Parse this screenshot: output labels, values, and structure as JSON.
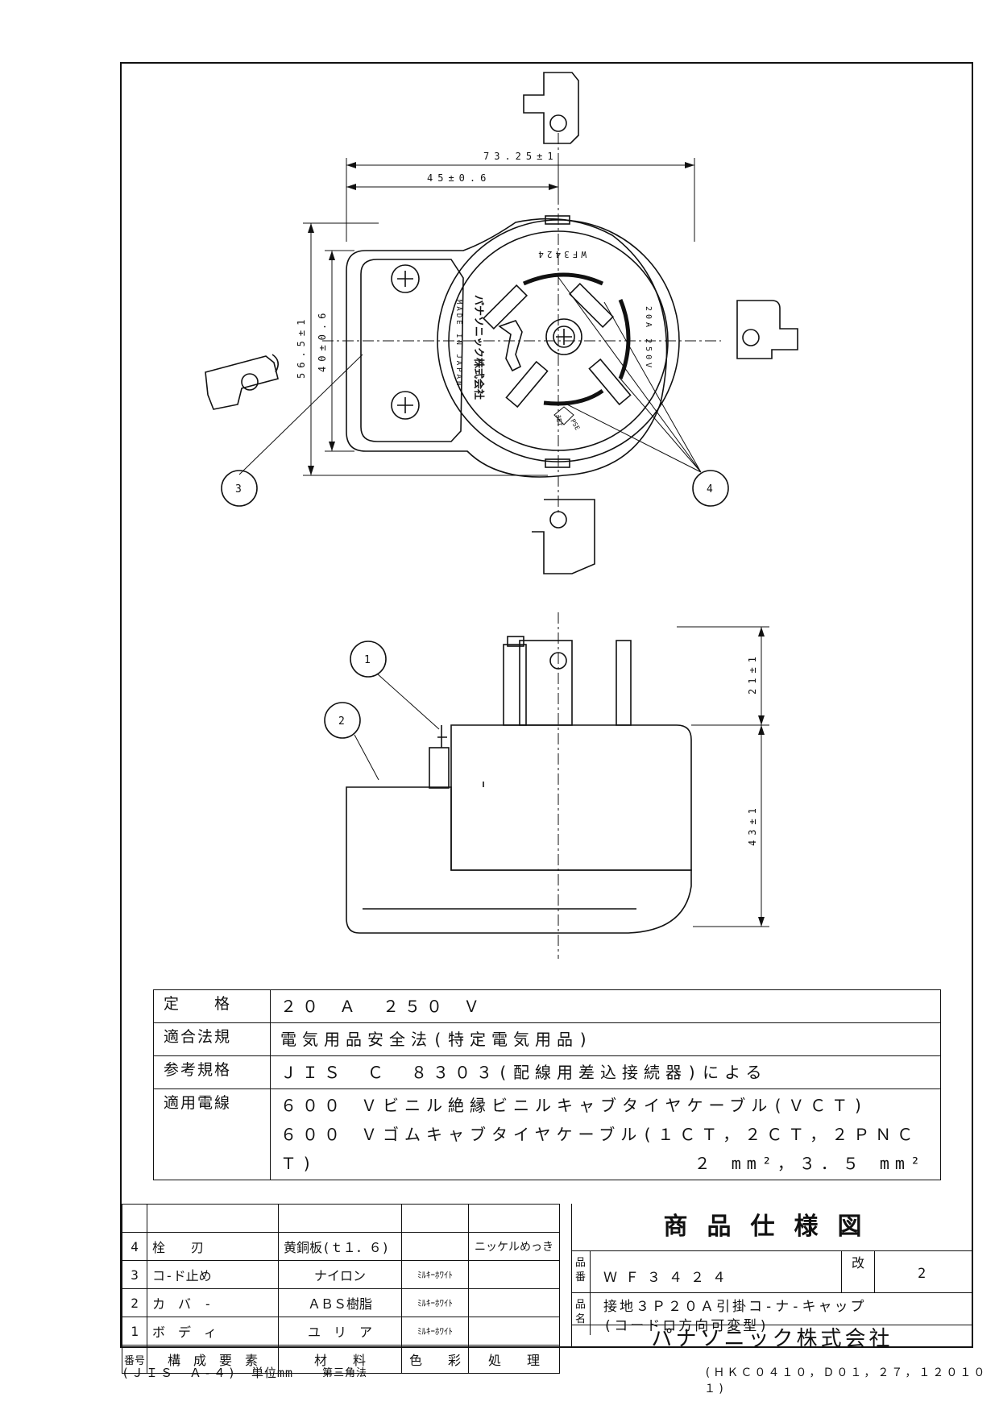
{
  "drawing": {
    "dims": {
      "width_total": "73.25±1",
      "width_half": "45±0.6",
      "height_total": "56.5±1",
      "height_inner": "40±0.6",
      "side_top": "21±1",
      "side_bottom": "43±1"
    },
    "face_marks": {
      "model": "WF3424",
      "brand": "パナソニック株式会社",
      "origin": "MADE IN JAPAN",
      "rating": "20A 250V",
      "pse": "PSE",
      "jet": "JET"
    },
    "balloons": {
      "b1": "1",
      "b2": "2",
      "b3": "3",
      "b4": "4"
    }
  },
  "spec": {
    "rows": [
      {
        "label": "定　　格",
        "lines": [
          "２０ Ａ　２５０ Ｖ"
        ]
      },
      {
        "label": "適合法規",
        "lines": [
          "電気用品安全法(特定電気用品)"
        ]
      },
      {
        "label": "参考規格",
        "lines": [
          "ＪＩＳ　Ｃ　８３０３(配線用差込接続器)による"
        ]
      },
      {
        "label": "適用電線",
        "lines": [
          "６００ Ｖビニル絶縁ビニルキャブタイヤケーブル(ＶＣＴ)",
          "６００ Ｖゴムキャブタイヤケーブル(１ＣＴ，２ＣＴ，２ＰＮＣＴ)"
        ],
        "right": "２ mm²，３．５ mm²"
      }
    ]
  },
  "parts": {
    "rows": [
      {
        "no": "4",
        "name": "栓　　刃",
        "material": "黄銅板(ｔ１．６)",
        "color": "",
        "process": "ニッケルめっき"
      },
      {
        "no": "3",
        "name": "コ-ド止め",
        "material": "ナイロン",
        "color": "ﾐﾙｷｰﾎﾜｲﾄ",
        "process": ""
      },
      {
        "no": "2",
        "name": "カ　バ　-",
        "material": "ＡＢＳ樹脂",
        "color": "ﾐﾙｷｰﾎﾜｲﾄ",
        "process": ""
      },
      {
        "no": "1",
        "name": "ボ　デ　ィ",
        "material": "ユ　リ　ア",
        "color": "ﾐﾙｷｰﾎﾜｲﾄ",
        "process": ""
      }
    ],
    "header": {
      "no": "番号",
      "name": "構　成　要　素",
      "material": "材　　料",
      "color": "色　　彩",
      "process": "処　　理"
    }
  },
  "title_block": {
    "title": "商品仕様図",
    "part_no_label": "品番",
    "part_no": "ＷＦ３４２４",
    "rev_label": "改",
    "rev": "2",
    "name_label": "品名",
    "name_line1": "接地３Ｐ２０Ａ引掛コ-ナ-キャップ",
    "name_line2": "(コードロ方向可変型)",
    "company": "パナソニック株式会社"
  },
  "footer": {
    "standard": "(ＪＩＳ　Ａ-４)",
    "unit": "単位mm",
    "projection": "第三角法",
    "code": "(ＨＫＣ０４１０，Ｄ０１，２７，１２０１０１)"
  }
}
